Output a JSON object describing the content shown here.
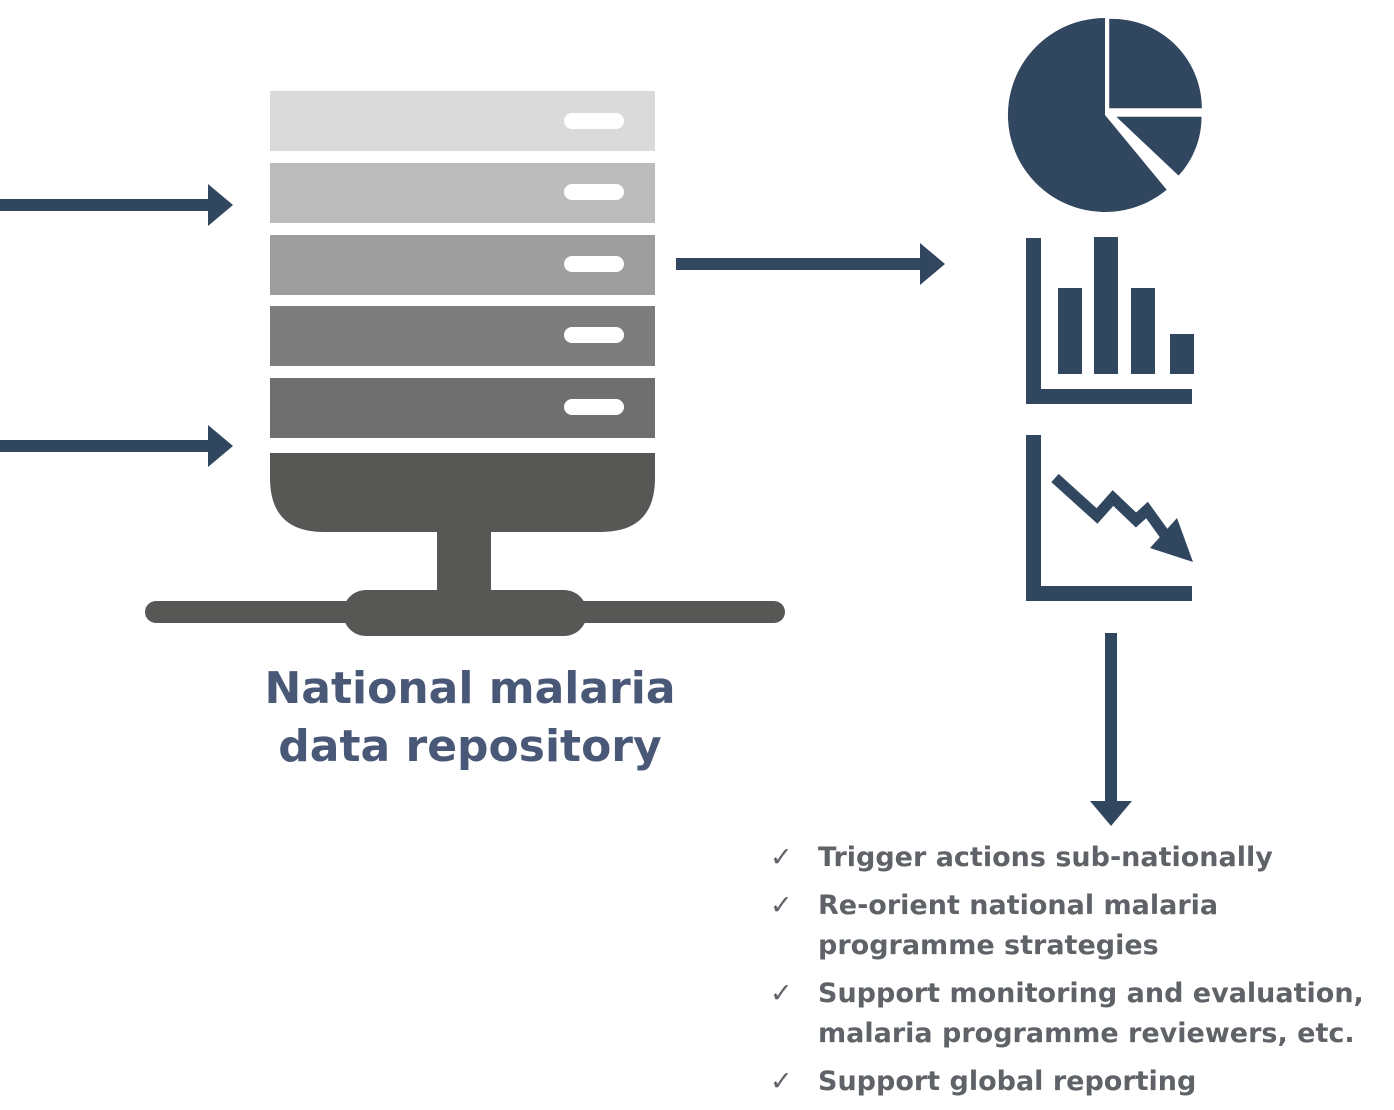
{
  "colors": {
    "accent": "#31475f",
    "server_slots": [
      "#dadada",
      "#bcbcbc",
      "#9e9e9e",
      "#7d7d7d",
      "#6f6f6f"
    ],
    "server_base": "#575755",
    "label_text": "#4a5878",
    "list_text": "#5f6368"
  },
  "repository": {
    "label_line1": "National malaria",
    "label_line2": "data repository",
    "slot_count": 5,
    "icon": "server-stack-icon"
  },
  "outputs": {
    "icons": [
      "pie-chart-icon",
      "bar-chart-icon",
      "declining-line-chart-icon"
    ]
  },
  "actions": {
    "check_glyph": "✓",
    "items": [
      {
        "text": "Trigger actions sub-nationally"
      },
      {
        "text": "Re-orient national malaria programme strategies"
      },
      {
        "text": "Support monitoring and evaluation, malaria programme reviewers, etc."
      },
      {
        "text": "Support global reporting"
      }
    ]
  }
}
